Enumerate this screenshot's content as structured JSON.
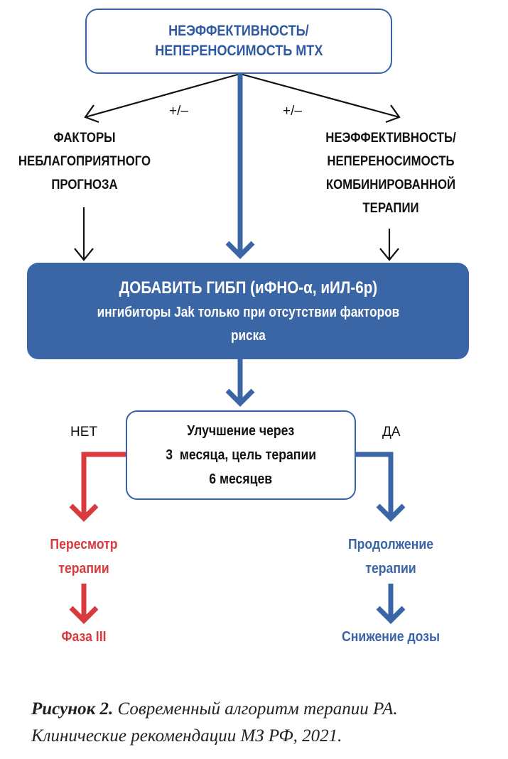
{
  "top_box": {
    "line1": "НЕЭФФЕКТИВНОСТЬ/",
    "line2": "НЕПЕРЕНОСИМОСТЬ МТХ"
  },
  "left_branch": {
    "sign": "+/–",
    "lines": [
      "ФАКТОРЫ",
      "НЕБЛАГОПРИЯТНОГО",
      "ПРОГНОЗА"
    ]
  },
  "right_branch": {
    "sign": "+/–",
    "lines": [
      "НЕЭФФЕКТИВНОСТЬ/",
      "НЕПЕРЕНОСИМОСТЬ",
      "КОМБИНИРОВАННОЙ",
      "ТЕРАПИИ"
    ]
  },
  "main_box": {
    "line1": "ДОБАВИТЬ ГИБП (иФНО-α, иИЛ-6р)",
    "line2": "ингибиторы Jak только при отсутствии факторов",
    "line3": "риска"
  },
  "eval_box": {
    "line1": "Улучшение через",
    "line2": "3  месяца, цель терапии",
    "line3": "6 месяцев"
  },
  "no_branch": {
    "label": "НЕТ",
    "line1": "Пересмотр",
    "line2": "терапии",
    "next": "Фаза III"
  },
  "yes_branch": {
    "label": "ДА",
    "line1": "Продолжение",
    "line2": "терапии",
    "next": "Снижение дозы"
  },
  "caption": {
    "figure_label": "Рисунок 2.",
    "text_line1": "Современный алгоритм терапии РА.",
    "text_line2": "Клинические рекомендации МЗ РФ, 2021."
  },
  "colors": {
    "blue": "#3b66a6",
    "red": "#d83a3d",
    "black": "#111111"
  }
}
